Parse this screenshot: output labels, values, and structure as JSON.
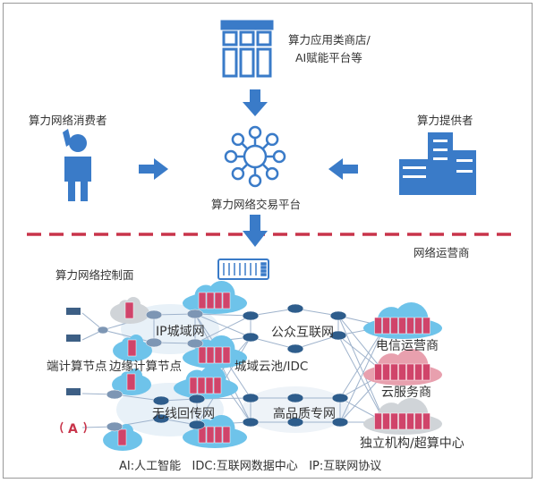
{
  "labels": {
    "app_store": "算力应用类商店/",
    "app_store2": "AI赋能平台等",
    "consumer": "算力网络消费者",
    "provider": "算力提供者",
    "trading_platform": "算力网络交易平台",
    "operator": "网络运营商",
    "control_plane": "算力网络控制面",
    "ip_metro": "IP城域网",
    "public_internet": "公众互联网",
    "metro_cloud": "城域云池/IDC",
    "terminal_node": "端计算节点",
    "edge_node": "边缘计算节点",
    "wireless_backhaul": "无线回传网",
    "premium_private": "高品质专网",
    "telecom_operator": "电信运营商",
    "cloud_provider": "云服务商",
    "independent_supercomputing": "独立机构/超算中心"
  },
  "legend": "AI:人工智能   IDC:互联网数据中心   IP:互联网协议",
  "colors": {
    "primary_blue": "#3a7bc8",
    "dashed_divider": "#c8344a",
    "server_red": "#d0446a",
    "cloud_blue": "#6ec3ea",
    "cloud_pink": "#e8a0ae",
    "cloud_gray": "#d0d4d8"
  }
}
